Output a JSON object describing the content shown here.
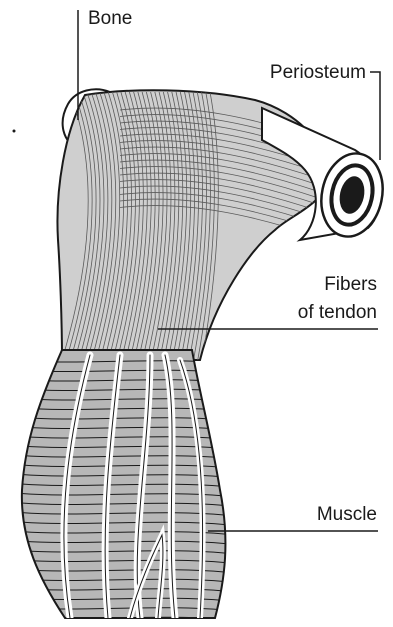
{
  "labels": {
    "bone": "Bone",
    "periosteum": "Periosteum",
    "fibers_line1": "Fibers",
    "fibers_line2": "of tendon",
    "muscle": "Muscle"
  },
  "colors": {
    "tendon": "#cfcfcf",
    "muscle": "#b7b7b7",
    "bone": "#ffffff",
    "line": "#1a1a1a"
  }
}
